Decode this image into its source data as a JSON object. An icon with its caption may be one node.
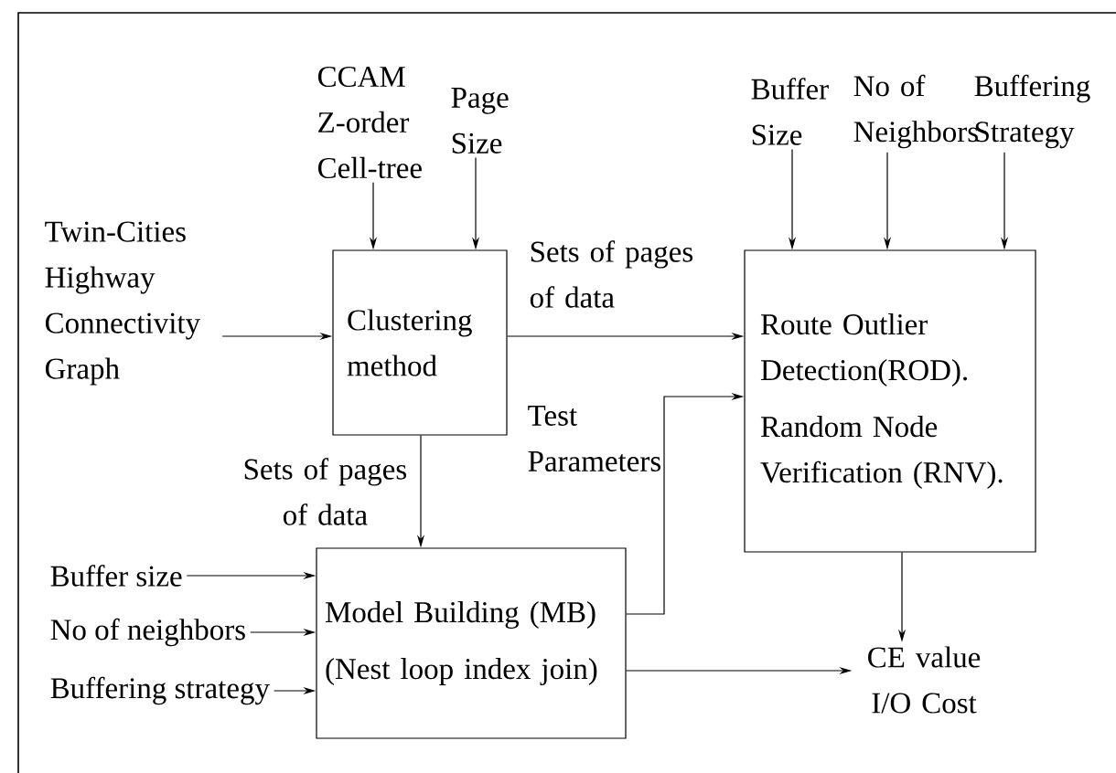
{
  "diagram": {
    "nodes": [
      {
        "text": [
          "Twin-Cities Highway Connectivity Graph"
        ]
      },
      {
        "text": [
          "CCAM Z-order Cell-tree"
        ]
      },
      {
        "text": [
          "Page Size"
        ]
      },
      {
        "text": [
          "Clustering method"
        ]
      },
      {
        "text": [
          "Route Outlier Detection(ROD).",
          "Random Node Verification (RNV)."
        ]
      },
      {
        "text": [
          "Buffer Size"
        ]
      },
      {
        "text": [
          "No of Neighbors"
        ]
      },
      {
        "text": [
          "Buffering Strategy"
        ]
      },
      {
        "text": [
          "Model Building (MB)",
          "(Nest loop index join)"
        ]
      },
      {
        "text": [
          "Buffer size"
        ]
      },
      {
        "text": [
          "No of neighbors"
        ]
      },
      {
        "text": [
          "Buffering strategy"
        ]
      },
      {
        "text": [
          "CE value I/O Cost"
        ]
      }
    ],
    "edges": [
      {
        "from": 0,
        "to": 3,
        "arrow": "to"
      },
      {
        "from": 1,
        "to": 3,
        "arrow": "to"
      },
      {
        "from": 2,
        "to": 3,
        "arrow": "to"
      },
      {
        "from": 3,
        "to": 4,
        "arrow": "to",
        "label": "Sets of pages of data"
      },
      {
        "from": 3,
        "to": 8,
        "arrow": "to",
        "label": "Sets of pages of data"
      },
      {
        "from": 8,
        "to": 4,
        "arrow": "to",
        "label": "Test Parameters"
      },
      {
        "from": 5,
        "to": 4,
        "arrow": "to"
      },
      {
        "from": 6,
        "to": 4,
        "arrow": "to"
      },
      {
        "from": 7,
        "to": 4,
        "arrow": "to"
      },
      {
        "from": 9,
        "to": 8,
        "arrow": "to"
      },
      {
        "from": 10,
        "to": 8,
        "arrow": "to"
      },
      {
        "from": 11,
        "to": 8,
        "arrow": "to"
      },
      {
        "from": 4,
        "to": 12,
        "arrow": "to"
      },
      {
        "from": 8,
        "to": 12,
        "arrow": "to"
      }
    ]
  }
}
